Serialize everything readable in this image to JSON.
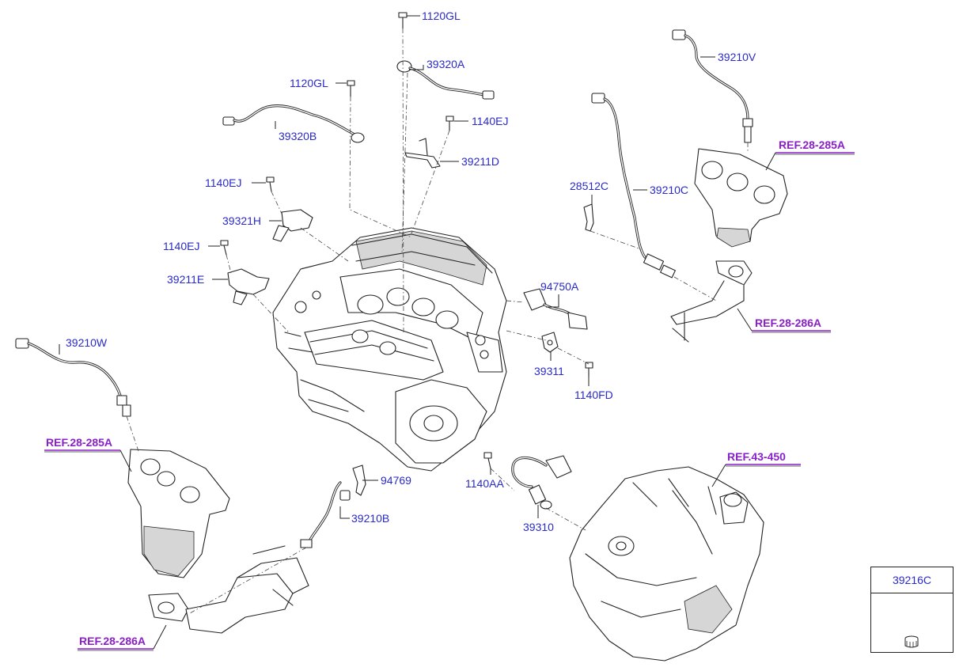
{
  "parts": {
    "p_1120gl_top": "1120GL",
    "p_39320a": "39320A",
    "p_1120gl_left": "1120GL",
    "p_1140ej_top": "1140EJ",
    "p_39320b": "39320B",
    "p_39211d": "39211D",
    "p_1140ej_mid": "1140EJ",
    "p_39321h": "39321H",
    "p_1140ej_low": "1140EJ",
    "p_39211e": "39211E",
    "p_39210v": "39210V",
    "p_28512c": "28512C",
    "p_39210c": "39210C",
    "p_94750a": "94750A",
    "p_39311": "39311",
    "p_1140fd": "1140FD",
    "p_39210w": "39210W",
    "p_94769": "94769",
    "p_39210b": "39210B",
    "p_1140aa": "1140AA",
    "p_39310": "39310"
  },
  "refs": {
    "r_28_285a_right": "REF.28-285A",
    "r_28_286a_right": "REF.28-286A",
    "r_28_285a_left": "REF.28-285A",
    "r_28_286a_left": "REF.28-286A",
    "r_43_450": "REF.43-450"
  },
  "legend": {
    "part": "39216C"
  },
  "colors": {
    "part_label": "#2a2ac8",
    "ref_label": "#8a1fc8",
    "line": "#222222"
  }
}
